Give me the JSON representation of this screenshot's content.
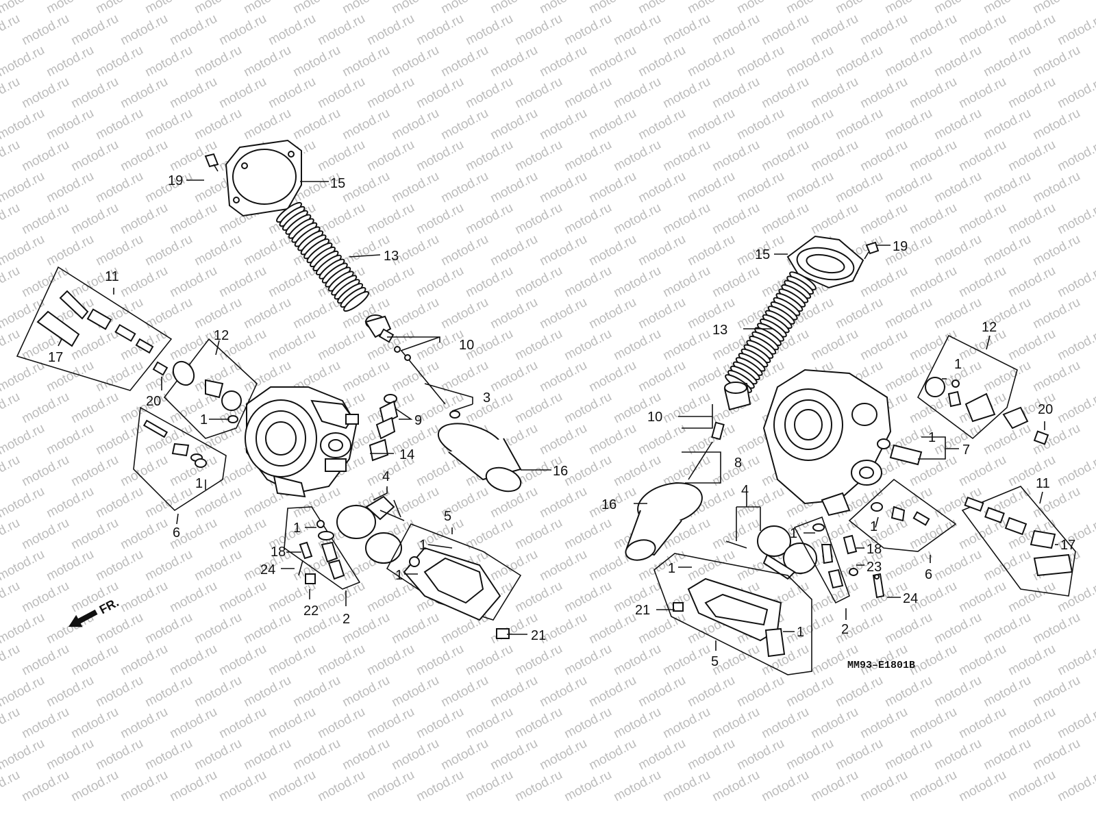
{
  "watermark": {
    "text": "motod.ru"
  },
  "drawing_code": "MM93–E1801B",
  "direction_marker": {
    "text": "FR."
  },
  "colors": {
    "ink": "#111111",
    "watermark": "#bcbcbc",
    "background": "#ffffff"
  },
  "left_callouts": [
    "19",
    "15",
    "13",
    "10",
    "3",
    "9",
    "14",
    "16",
    "11",
    "17",
    "20",
    "12",
    "1",
    "1",
    "6",
    "4",
    "5",
    "1",
    "1",
    "1",
    "18",
    "24",
    "22",
    "2",
    "21"
  ],
  "right_callouts": [
    "15",
    "19",
    "13",
    "12",
    "1",
    "20",
    "10",
    "1",
    "7",
    "8",
    "16",
    "4",
    "11",
    "1",
    "1",
    "18",
    "23",
    "6",
    "17",
    "1",
    "21",
    "24",
    "2",
    "1",
    "5"
  ]
}
